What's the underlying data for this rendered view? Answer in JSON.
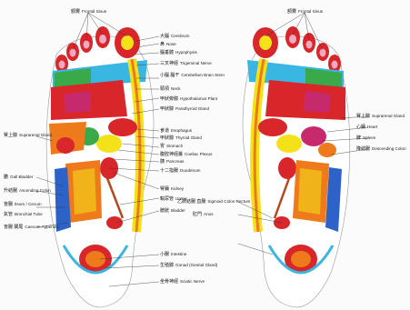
{
  "labels": {
    "frontal_left": {
      "cn": "額竇",
      "en": "Frontal Sinus"
    },
    "frontal_right": {
      "cn": "額竇",
      "en": "Frontal Sinus"
    },
    "cerebrum": {
      "cn": "大腦",
      "en": "Cerebrum"
    },
    "nose": {
      "cn": "鼻",
      "en": "Nose"
    },
    "hypophysis": {
      "cn": "腦垂體",
      "en": "Hypophysis"
    },
    "trigeminal": {
      "cn": "三叉神經",
      "en": "Trigeminal Nerve"
    },
    "brain_stem": {
      "cn": "小腦 腦干",
      "en": "Cerebellum Brain Stem"
    },
    "neck": {
      "cn": "頸項",
      "en": "Neck"
    },
    "hypothalamus": {
      "cn": "甲狀旁腺",
      "en": "Hypothalamus Plant"
    },
    "parathyroid": {
      "cn": "甲狀腺",
      "en": "Parathyroid Gland"
    },
    "esophagus": {
      "cn": "食道",
      "en": "Esophagus"
    },
    "thyroid": {
      "cn": "甲狀腺",
      "en": "Thyroid Gland"
    },
    "stomach": {
      "cn": "胃",
      "en": "Stomach"
    },
    "coeliac": {
      "cn": "腹腔神經叢",
      "en": "Coeliac Plexus"
    },
    "pancreas": {
      "cn": "胰",
      "en": "Pancreas"
    },
    "duodenum": {
      "cn": "十二指腸",
      "en": "Duodenum"
    },
    "kidney": {
      "cn": "腎臟",
      "en": "Kidney"
    },
    "ureter": {
      "cn": "輸尿管",
      "en": "Ureter"
    },
    "bladder": {
      "cn": "膀胱",
      "en": "Bladder"
    },
    "sigmoid": {
      "cn": "乙狀結腸 直腸",
      "en": "Sigmoid Colon Rectum"
    },
    "anus": {
      "cn": "肛門",
      "en": "Anus"
    },
    "intestine": {
      "cn": "小腸",
      "en": "Intestine"
    },
    "gonad": {
      "cn": "生殖腺",
      "en": "Gonad (Genital Gland)"
    },
    "sciatic": {
      "cn": "坐骨神經",
      "en": "Sciatic Nerve"
    },
    "suprarenal": {
      "cn": "腎上腺",
      "en": "Suprarenal Gland"
    },
    "gall_bladder": {
      "cn": "膽",
      "en": "Gall Bladder"
    },
    "ascending": {
      "cn": "升結腸",
      "en": "Ascending Colon"
    },
    "ileum": {
      "cn": "盲腸",
      "en": "Ileum / Cecum"
    },
    "bronchial": {
      "cn": "氣管",
      "en": "Bronchial Tube"
    },
    "appendix": {
      "cn": "盲腸 闌尾",
      "en": "Caecum Appendix"
    },
    "suprarenal_r": {
      "cn": "腎上腺",
      "en": "Suprarenal Gland"
    },
    "heart": {
      "cn": "心臟",
      "en": "Heart"
    },
    "spleen": {
      "cn": "脾",
      "en": "Spleen"
    },
    "descending": {
      "cn": "降結腸",
      "en": "Descending Colon"
    }
  },
  "colors": {
    "red": "#d8262a",
    "orange": "#ee7a1c",
    "yellow": "#f3e21a",
    "blue": "#2d63c9",
    "cyan": "#39b6e2",
    "green": "#3aa94a",
    "pink": "#f1a9c2",
    "brown": "#b5481e",
    "magenta": "#c72a6c"
  }
}
